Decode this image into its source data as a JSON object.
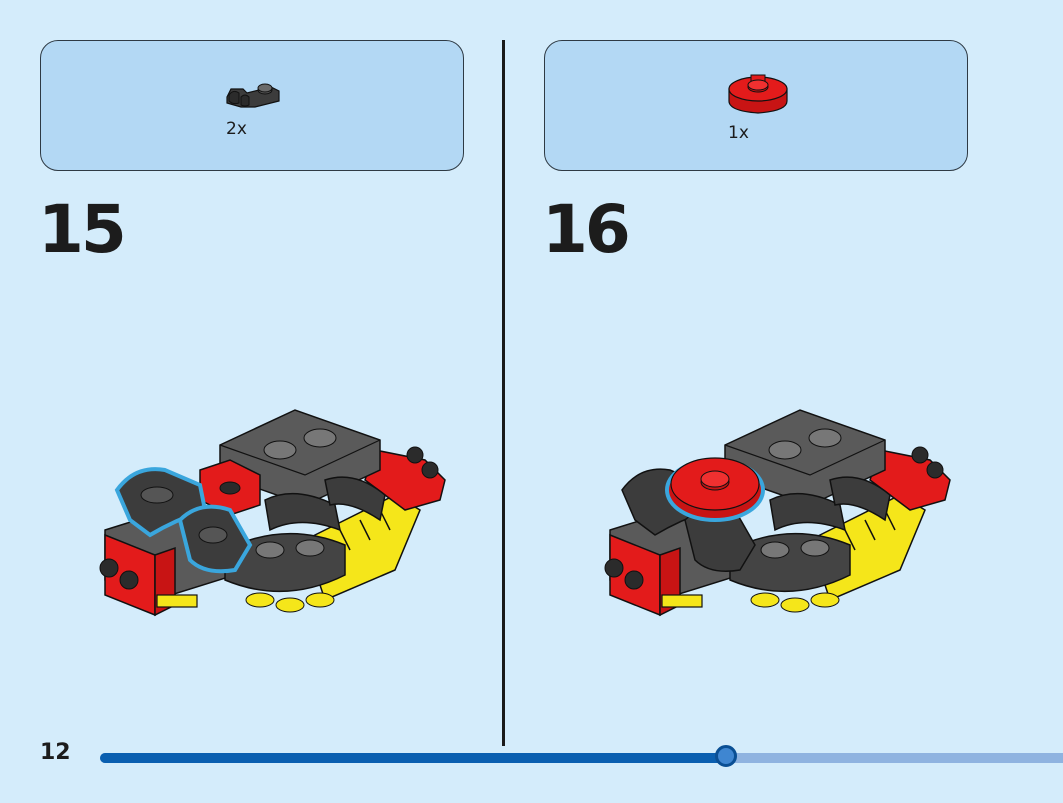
{
  "steps": [
    {
      "number": "15",
      "part_qty": "2x",
      "part_icon": "dark-gray-plate-with-clip-icon",
      "highlight": "#3aa6dd"
    },
    {
      "number": "16",
      "part_qty": "1x",
      "part_icon": "red-round-plate-icon",
      "highlight": "#3aa6dd"
    }
  ],
  "page": {
    "number": "12"
  },
  "progress": {
    "fraction": 0.65
  },
  "colors": {
    "background": "#d4ecfb",
    "parts_box": "#b3d8f4",
    "brick_red": "#e31b1b",
    "brick_gray": "#5a5a5a",
    "brick_yellow": "#f5e61a",
    "progress_fill": "#0a5fb0",
    "progress_track": "#8fb3e0"
  }
}
